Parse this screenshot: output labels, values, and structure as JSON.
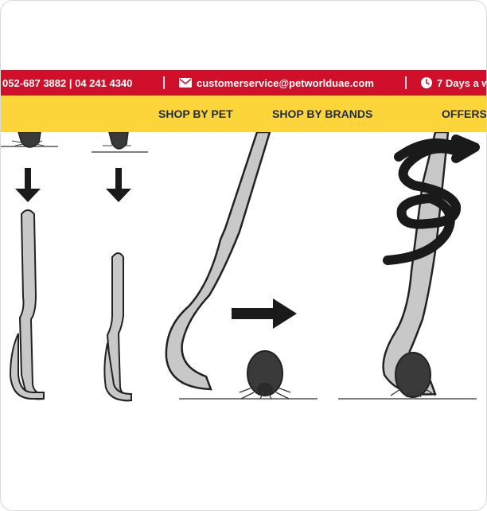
{
  "topbar": {
    "phone": "052-687 3882 | 04 241 4340",
    "email": "customerservice@petworlduae.com",
    "hours": "7 Days a w",
    "email_icon": "envelope-icon",
    "hours_icon": "clock-icon"
  },
  "nav": {
    "items": [
      "SHOP BY PET",
      "SHOP BY BRANDS",
      "OFFERS"
    ]
  },
  "illustration": {
    "subject": "tick removal tool steps"
  },
  "colors": {
    "topbar": "#d0102b",
    "navbar": "#fcd53a",
    "nav_text": "#1d2b4f"
  }
}
